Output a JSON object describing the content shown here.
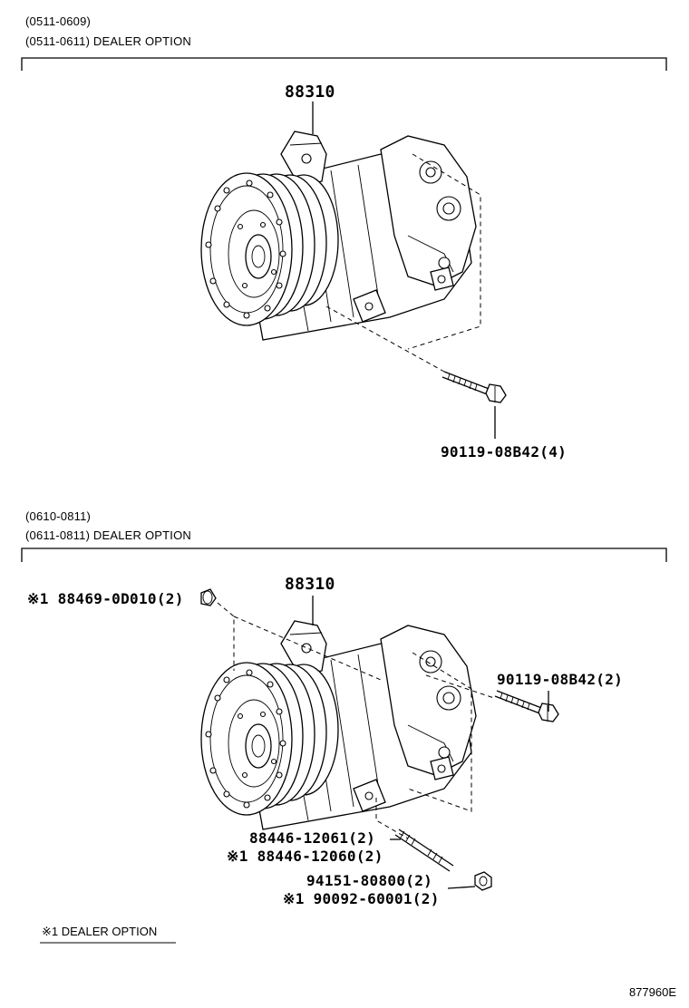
{
  "section1": {
    "range_line1": "(0511-0609)",
    "range_line2": "(0511-0611) DEALER OPTION",
    "compressor_label": "88310",
    "bolt_label": "90119-08B42(4)"
  },
  "section2": {
    "range_line1": "(0610-0811)",
    "range_line2": "(0611-0811) DEALER OPTION",
    "compressor_label": "88310",
    "cap_label": "※1 88469-0D010(2)",
    "bolt_label": "90119-08B42(2)",
    "stud_label_a": "88446-12061(2)",
    "stud_label_b": "※1 88446-12060(2)",
    "nut_label_a": "94151-80800(2)",
    "nut_label_b": "※1 90092-60001(2)"
  },
  "footnote": "※1 DEALER OPTION",
  "diagram_code": "877960E"
}
